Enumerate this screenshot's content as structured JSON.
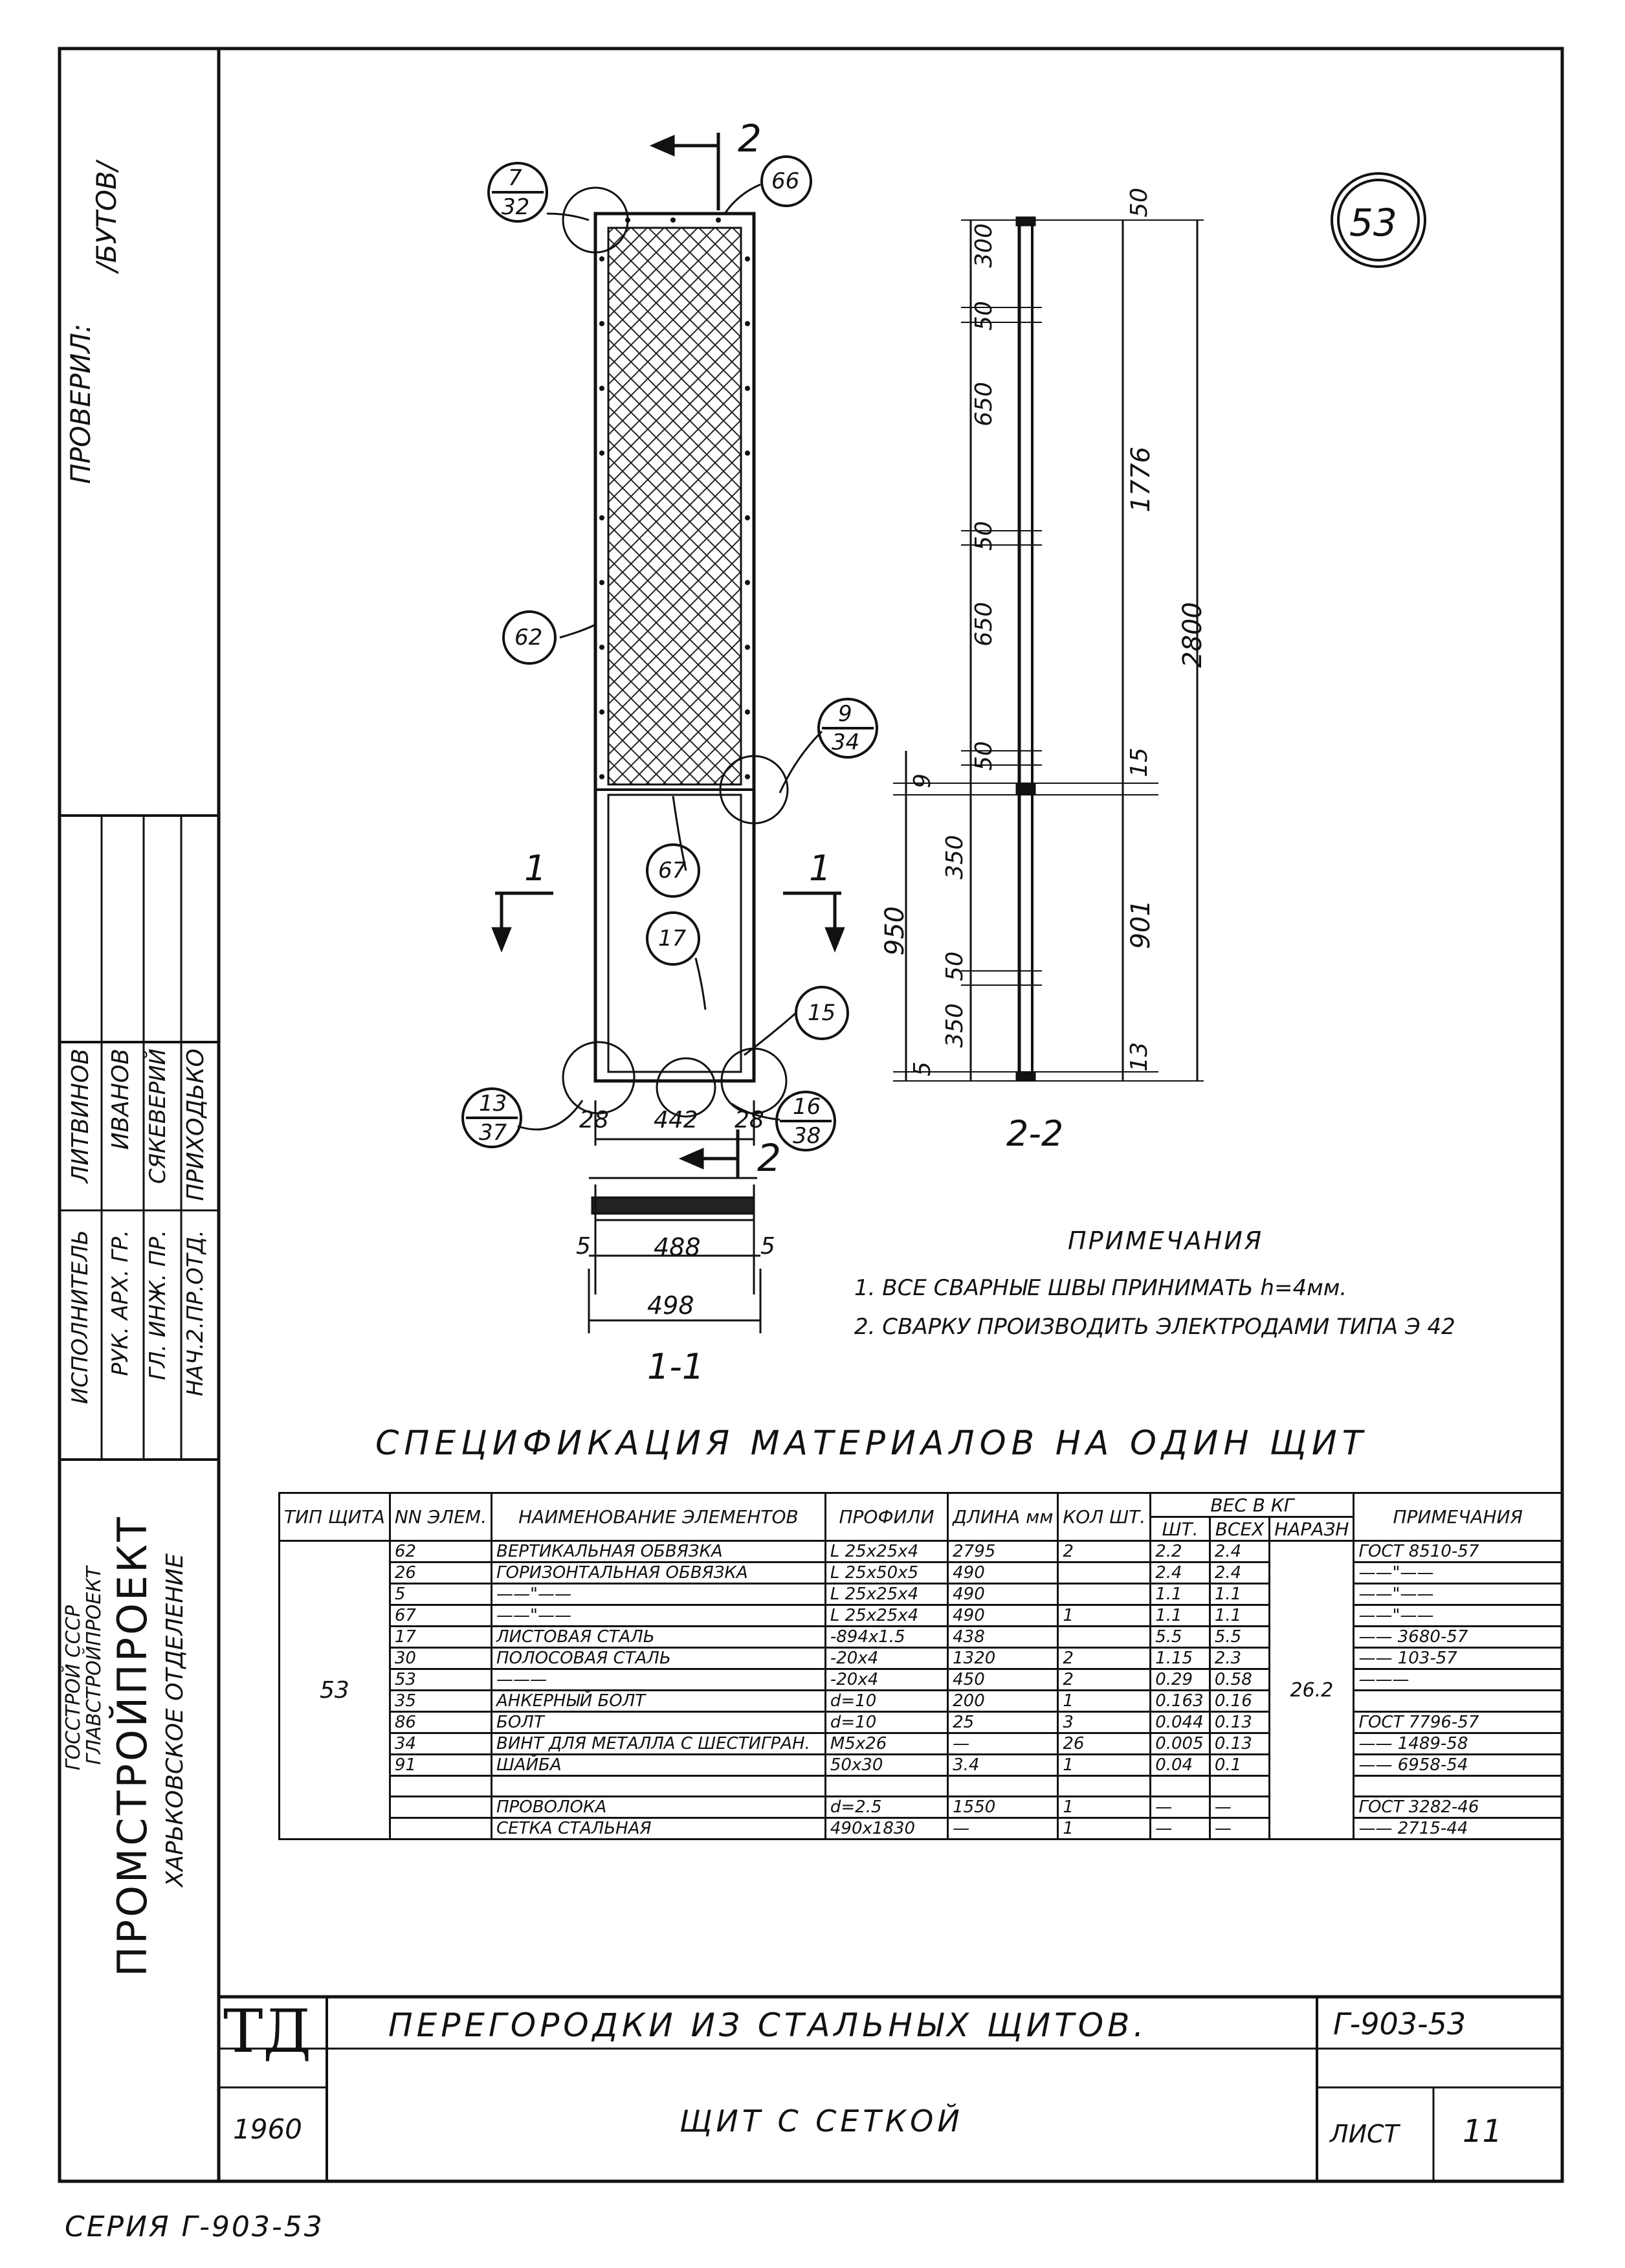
{
  "side_stamp": {
    "checked_label": "ПРОВЕРИЛ:",
    "checked_signature": "/БУТОВ/",
    "roles": [
      "НАЧ.2.ПР.ОТД.",
      "ГЛ. ИНЖ. ПР.",
      "РУК. АРХ. ГР.",
      "ИСПОЛНИТЕЛЬ"
    ],
    "names": [
      "ПРИХОДЬКО",
      "СЯКЕВЕРИЙ",
      "ИВАНОВ",
      "ЛИТВИНОВ"
    ],
    "org_lines": [
      "ГОССТРОЙ СССР",
      "ГЛАВСТРОЙПРОЕКТ"
    ],
    "org_main": "ПРОМСТРОЙПРОЕКТ",
    "org_branch": "ХАРЬКОВСКОЕ ОТДЕЛЕНИЕ"
  },
  "drawing": {
    "panel_badge": "53",
    "callouts": [
      {
        "id": "c1",
        "top": "7",
        "bottom": "32"
      },
      {
        "id": "c2",
        "top": "66"
      },
      {
        "id": "c3",
        "top": "62"
      },
      {
        "id": "c4",
        "top": "9",
        "bottom": "34"
      },
      {
        "id": "c5",
        "top": "67"
      },
      {
        "id": "c6",
        "top": "17"
      },
      {
        "id": "c7",
        "top": "15"
      },
      {
        "id": "c8",
        "top": "13",
        "bottom": "37"
      },
      {
        "id": "c9",
        "top": "16",
        "bottom": "38"
      }
    ],
    "section_marks": {
      "top_two": "2",
      "bottom_two": "2",
      "left_one": "1",
      "right_one": "1"
    },
    "dims_bottom": {
      "left": "28",
      "mid": "442",
      "right": "28"
    },
    "section11": {
      "inner": "488",
      "outer": "498",
      "left_gap": "5",
      "right_gap": "5",
      "label": "1-1"
    },
    "section22": {
      "label": "2-2",
      "left_dims": [
        "300",
        "50",
        "650",
        "50",
        "650",
        "50",
        "9",
        "350",
        "50",
        "350",
        "5"
      ],
      "left_total": "950",
      "right_dims": [
        "50",
        "1776",
        "15",
        "901",
        "13"
      ],
      "right_total": "2800"
    }
  },
  "notes": {
    "title": "ПРИМЕЧАНИЯ",
    "items": [
      "1. ВСЕ СВАРНЫЕ ШВЫ ПРИНИМАТЬ h=4мм.",
      "2. СВАРКУ ПРОИЗВОДИТЬ ЭЛЕКТРОДАМИ ТИПА Э 42"
    ]
  },
  "spec": {
    "title": "СПЕЦИФИКАЦИЯ МАТЕРИАЛОВ НА ОДИН ЩИТ",
    "headers": {
      "type": "ТИП ЩИТА",
      "nn": "NN ЭЛЕМ.",
      "name": "НАИМЕНОВАНИЕ ЭЛЕМЕНТОВ",
      "profile": "ПРОФИЛИ",
      "length": "ДЛИНА мм",
      "qty": "КОЛ ШТ.",
      "weight": "ВЕС В КГ",
      "weight_unit": "ШТ.",
      "weight_all": "ВСЕХ",
      "weight_panel": "НАРАЗН",
      "note": "ПРИМЕЧАНИЯ"
    },
    "type_value": "53",
    "total_weight": "26.2",
    "rows": [
      {
        "nn": "62",
        "name": "ВЕРТИКАЛЬНАЯ ОБВЯЗКА",
        "profile": "L 25х25х4",
        "length": "2795",
        "qty": "2",
        "unit": "2.2",
        "all": "2.4",
        "note": "ГОСТ 8510-57"
      },
      {
        "nn": "26",
        "name": "ГОРИЗОНТАЛЬНАЯ ОБВЯЗКА",
        "profile": "L 25х50х5",
        "length": "490",
        "qty": "",
        "unit": "2.4",
        "all": "2.4",
        "note": "——\"——"
      },
      {
        "nn": "5",
        "name": "——\"——",
        "profile": "L 25х25х4",
        "length": "490",
        "qty": "",
        "unit": "1.1",
        "all": "1.1",
        "note": "——\"——"
      },
      {
        "nn": "67",
        "name": "——\"——",
        "profile": "L 25х25х4",
        "length": "490",
        "qty": "1",
        "unit": "1.1",
        "all": "1.1",
        "note": "——\"——"
      },
      {
        "nn": "17",
        "name": "ЛИСТОВАЯ СТАЛЬ",
        "profile": "-894х1.5",
        "length": "438",
        "qty": "",
        "unit": "5.5",
        "all": "5.5",
        "note": "—— 3680-57"
      },
      {
        "nn": "30",
        "name": "ПОЛОСОВАЯ СТАЛЬ",
        "profile": "-20х4",
        "length": "1320",
        "qty": "2",
        "unit": "1.15",
        "all": "2.3",
        "note": "—— 103-57"
      },
      {
        "nn": "53",
        "name": "———",
        "profile": "-20х4",
        "length": "450",
        "qty": "2",
        "unit": "0.29",
        "all": "0.58",
        "note": "———"
      },
      {
        "nn": "35",
        "name": "АНКЕРНЫЙ БОЛТ",
        "profile": "d=10",
        "length": "200",
        "qty": "1",
        "unit": "0.163",
        "all": "0.16",
        "note": ""
      },
      {
        "nn": "86",
        "name": "БОЛТ",
        "profile": "d=10",
        "length": "25",
        "qty": "3",
        "unit": "0.044",
        "all": "0.13",
        "note": "ГОСТ 7796-57"
      },
      {
        "nn": "34",
        "name": "ВИНТ ДЛЯ МЕТАЛЛА С ШЕСТИГРАН.",
        "profile": "М5х26",
        "length": "—",
        "qty": "26",
        "unit": "0.005",
        "all": "0.13",
        "note": "—— 1489-58"
      },
      {
        "nn": "91",
        "name": "ШАЙБА",
        "profile": "50х30",
        "length": "3.4",
        "qty": "1",
        "unit": "0.04",
        "all": "0.1",
        "note": "—— 6958-54"
      },
      {
        "nn": "",
        "name": "",
        "profile": "",
        "length": "",
        "qty": "",
        "unit": "",
        "all": "",
        "note": ""
      },
      {
        "nn": "",
        "name": "ПРОВОЛОКА",
        "profile": "d=2.5",
        "length": "1550",
        "qty": "1",
        "unit": "—",
        "all": "—",
        "note": "ГОСТ 3282-46"
      },
      {
        "nn": "",
        "name": "СЕТКА СТАЛЬНАЯ",
        "profile": "490х1830",
        "length": "—",
        "qty": "1",
        "unit": "—",
        "all": "—",
        "note": "—— 2715-44"
      }
    ]
  },
  "title_block": {
    "logo": "ТД",
    "year": "1960",
    "title": "ПЕРЕГОРОДКИ ИЗ СТАЛЬНЫХ ЩИТОВ.",
    "subtitle": "ЩИТ С СЕТКОЙ",
    "code": "Г-903-53",
    "sheet_label": "ЛИСТ",
    "sheet_no": "11"
  },
  "series": "СЕРИЯ Г-903-53"
}
